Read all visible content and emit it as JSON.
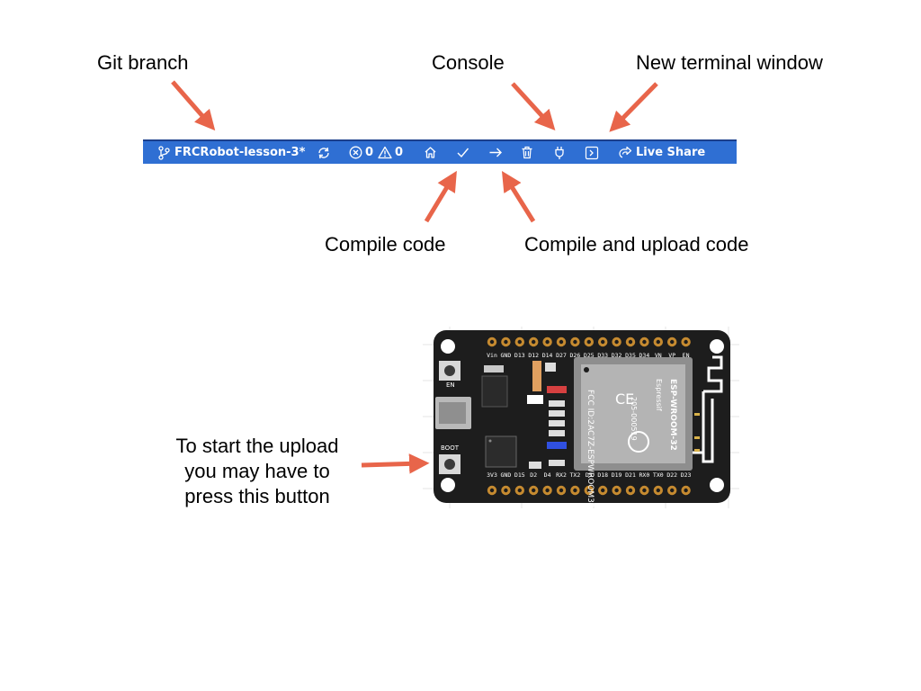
{
  "callouts": {
    "git_branch": "Git branch",
    "console": "Console",
    "new_terminal": "New terminal window",
    "compile_code": "Compile code",
    "compile_upload": "Compile and upload code",
    "boot_button_lines": [
      "To start the upload",
      "you may have to",
      "press this button"
    ]
  },
  "statusbar": {
    "branch": "FRCRobot-lesson-3*",
    "errors": "0",
    "warnings": "0",
    "live_share": "Live Share",
    "icons": [
      "git-branch-icon",
      "sync-icon",
      "error-icon",
      "warning-icon",
      "home-icon",
      "check-icon",
      "arrow-right-icon",
      "trash-icon",
      "plug-icon",
      "terminal-icon",
      "live-share-icon"
    ],
    "accent_color": "#2f6fd3"
  },
  "board": {
    "top_pins": [
      "Vin",
      "GND",
      "D13",
      "D12",
      "D14",
      "D27",
      "D26",
      "D25",
      "D33",
      "D32",
      "D35",
      "D34",
      "VN",
      "VP",
      "EN"
    ],
    "bottom_pins": [
      "3V3",
      "GND",
      "D15",
      "D2",
      "D4",
      "RX2",
      "TX2",
      "D5",
      "D18",
      "D19",
      "D21",
      "RX0",
      "TX0",
      "D22",
      "D23"
    ],
    "en_label": "EN",
    "boot_label": "BOOT",
    "module_name": "ESP-WROOM-32",
    "module_brand": "Espressif",
    "fcc_text": "FCC ID:2AC7Z-ESPWROOM32",
    "module_id": "205-000519",
    "board_color": "#1d1d1d",
    "arrow_color": "#e8654a"
  }
}
